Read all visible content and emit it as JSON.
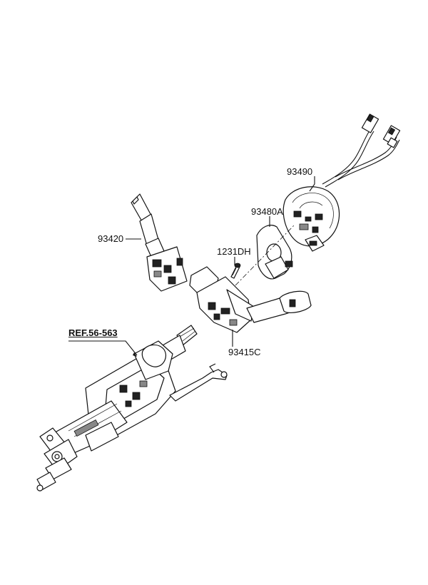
{
  "labels": {
    "p93490": "93490",
    "p93480a": "93480A",
    "p93420": "93420",
    "p1231dh": "1231DH",
    "p93415c": "93415C",
    "ref": "REF.56-563"
  }
}
